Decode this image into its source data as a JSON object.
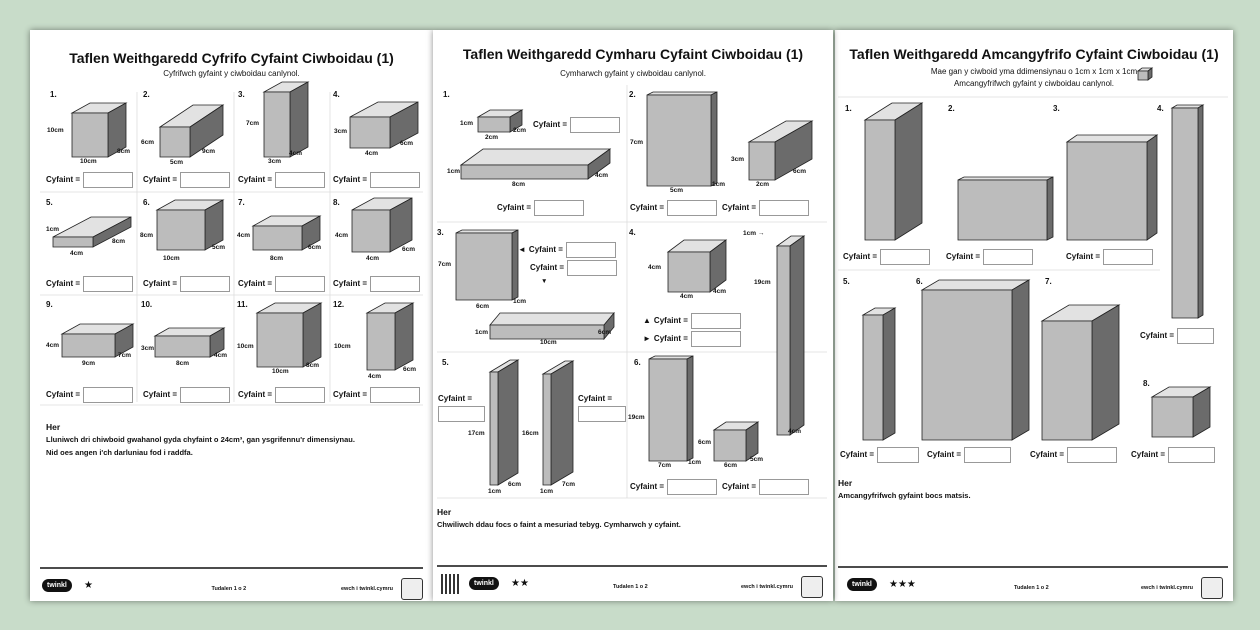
{
  "background_color": "#c8dcc9",
  "volume_label": "Cyfaint =",
  "pages": [
    {
      "title": "Taflen Weithgaredd Cyfrifo Cyfaint Ciwboidau (1)",
      "subtitle": [
        "Cyfrifwch gyfaint y ciwboidau canlynol."
      ],
      "items": [
        {
          "number": "1.",
          "labels": [
            "10cm",
            "10cm",
            "8cm"
          ]
        },
        {
          "number": "2.",
          "labels": [
            "6cm",
            "5cm",
            "9cm"
          ]
        },
        {
          "number": "3.",
          "labels": [
            "7cm",
            "3cm",
            "4cm"
          ]
        },
        {
          "number": "4.",
          "labels": [
            "3cm",
            "4cm",
            "6cm"
          ]
        },
        {
          "number": "5.",
          "labels": [
            "1cm",
            "4cm",
            "8cm"
          ]
        },
        {
          "number": "6.",
          "labels": [
            "8cm",
            "10cm",
            "5cm"
          ]
        },
        {
          "number": "7.",
          "labels": [
            "4cm",
            "8cm",
            "6cm"
          ]
        },
        {
          "number": "8.",
          "labels": [
            "4cm",
            "4cm",
            "6cm"
          ]
        },
        {
          "number": "9.",
          "labels": [
            "4cm",
            "9cm",
            "7cm"
          ]
        },
        {
          "number": "10.",
          "labels": [
            "3cm",
            "8cm",
            "4cm"
          ]
        },
        {
          "number": "11.",
          "labels": [
            "10cm",
            "10cm",
            "8cm"
          ]
        },
        {
          "number": "12.",
          "labels": [
            "10cm",
            "4cm",
            "6cm"
          ]
        }
      ],
      "challenge_heading": "Her",
      "challenge_text": [
        "Lluniwch dri chiwboid gwahanol gyda chyfaint o 24cm³, gan ysgrifennu'r dimensiynau.",
        "Nid oes angen i'ch darluniau fod i raddfa."
      ],
      "footer": {
        "logo": "twinkl",
        "stars": "★",
        "page": "Tudalen 1 o 2",
        "site": "ewch i twinkl.cymru"
      }
    },
    {
      "title": "Taflen Weithgaredd Cymharu Cyfaint Ciwboidau (1)",
      "subtitle": [
        "Cymharwch gyfaint y ciwboidau canlynol."
      ],
      "items": [
        {
          "number": "1.",
          "labels": [
            "1cm",
            "2cm",
            "2cm",
            "1cm",
            "8cm",
            "4cm"
          ]
        },
        {
          "number": "2.",
          "labels": [
            "7cm",
            "5cm",
            "1cm",
            "3cm",
            "2cm",
            "6cm"
          ]
        },
        {
          "number": "3.",
          "labels": [
            "7cm",
            "6cm",
            "1cm",
            "1cm",
            "10cm",
            "6cm",
            "▼"
          ]
        },
        {
          "number": "4.",
          "labels": [
            "4cm",
            "4cm",
            "4cm",
            "1cm →",
            "19cm",
            "4cm"
          ]
        },
        {
          "number": "5.",
          "labels": [
            "17cm",
            "1cm",
            "6cm",
            "16cm",
            "1cm",
            "7cm"
          ]
        },
        {
          "number": "6.",
          "labels": [
            "19cm",
            "7cm",
            "1cm",
            "6cm",
            "6cm",
            "5cm"
          ]
        }
      ],
      "volume_prefixes": {
        "s3a": "◄",
        "s4a": "▲",
        "s4b": "►"
      },
      "challenge_heading": "Her",
      "challenge_text": [
        "Chwiliwch ddau focs o faint a mesuriad tebyg. Cymharwch y cyfaint."
      ],
      "footer": {
        "logo": "twinkl",
        "stars": "★★",
        "page": "Tudalen 1 o 2",
        "site": "ewch i twinkl.cymru"
      }
    },
    {
      "title": "Taflen Weithgaredd Amcangyfrifo Cyfaint Ciwboidau (1)",
      "subtitle": [
        "Mae gan y ciwboid yma ddimensiynau o 1cm x 1cm x 1cm",
        "Amcangyfrifwch gyfaint y ciwboidau canlynol."
      ],
      "items": [
        {
          "number": "1.",
          "labels": []
        },
        {
          "number": "2.",
          "labels": []
        },
        {
          "number": "3.",
          "labels": []
        },
        {
          "number": "4.",
          "labels": []
        },
        {
          "number": "5.",
          "labels": []
        },
        {
          "number": "6.",
          "labels": []
        },
        {
          "number": "7.",
          "labels": []
        },
        {
          "number": "8.",
          "labels": []
        }
      ],
      "challenge_heading": "Her",
      "challenge_text": [
        "Amcangyfrifwch gyfaint bocs matsis."
      ],
      "footer": {
        "logo": "twinkl",
        "stars": "★★★",
        "page": "Tudalen 1 o 2",
        "site": "ewch i twinkl.cymru"
      }
    }
  ]
}
